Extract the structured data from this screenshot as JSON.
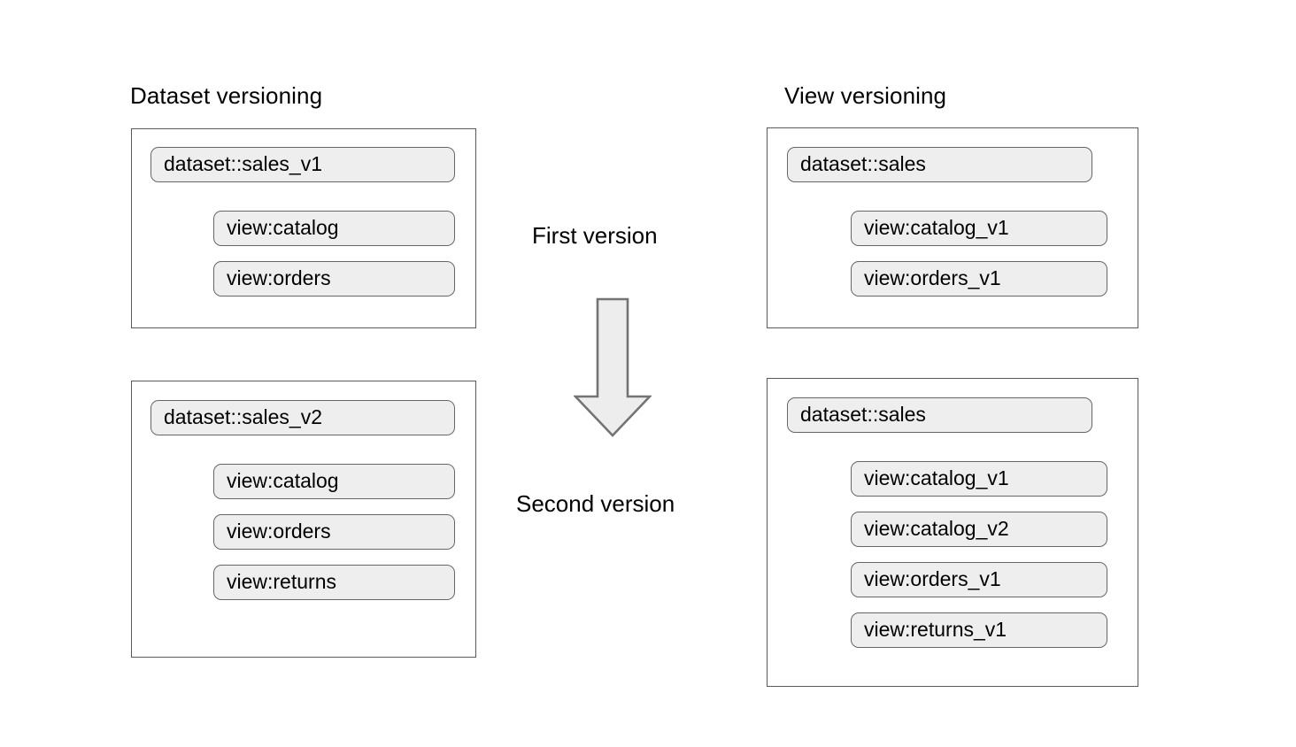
{
  "diagram": {
    "columns": [
      {
        "id": "dataset-versioning",
        "title": "Dataset versioning",
        "groups": [
          {
            "id": "dataset-sales-v1",
            "dataset": "dataset::sales_v1",
            "views": [
              "view:catalog",
              "view:orders"
            ]
          },
          {
            "id": "dataset-sales-v2",
            "dataset": "dataset::sales_v2",
            "views": [
              "view:catalog",
              "view:orders",
              "view:returns"
            ]
          }
        ]
      },
      {
        "id": "view-versioning",
        "title": "View versioning",
        "groups": [
          {
            "id": "view-sales-first",
            "dataset": "dataset::sales",
            "views": [
              "view:catalog_v1",
              "view:orders_v1"
            ]
          },
          {
            "id": "view-sales-second",
            "dataset": "dataset::sales",
            "views": [
              "view:catalog_v1",
              "view:catalog_v2",
              "view:orders_v1",
              "view:returns_v1"
            ]
          }
        ]
      }
    ],
    "center": {
      "first_label": "First version",
      "second_label": "Second version",
      "arrow_icon": "arrow-down-icon",
      "arrow_direction": "down"
    },
    "colors": {
      "background": "#ffffff",
      "pill_fill": "#eeeeee",
      "pill_border": "#666666",
      "box_border": "#5a5a5a",
      "arrow_fill": "#ededed",
      "arrow_border": "#737373",
      "text": "#000000"
    }
  }
}
